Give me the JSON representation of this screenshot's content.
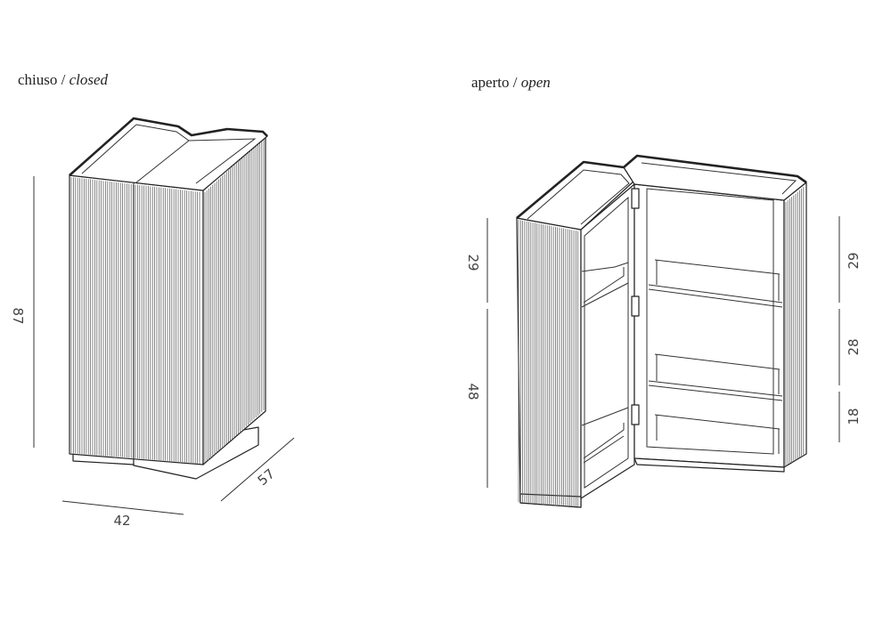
{
  "closed": {
    "caption_it": "chiuso /",
    "caption_en": "closed",
    "height": "87",
    "width": "42",
    "depth": "57"
  },
  "open": {
    "caption_it": "aperto /",
    "caption_en": "open",
    "left_dims": [
      "29",
      "48"
    ],
    "right_dims": [
      "29",
      "28",
      "18"
    ]
  },
  "colors": {
    "line": "#222222",
    "background": "#ffffff"
  }
}
